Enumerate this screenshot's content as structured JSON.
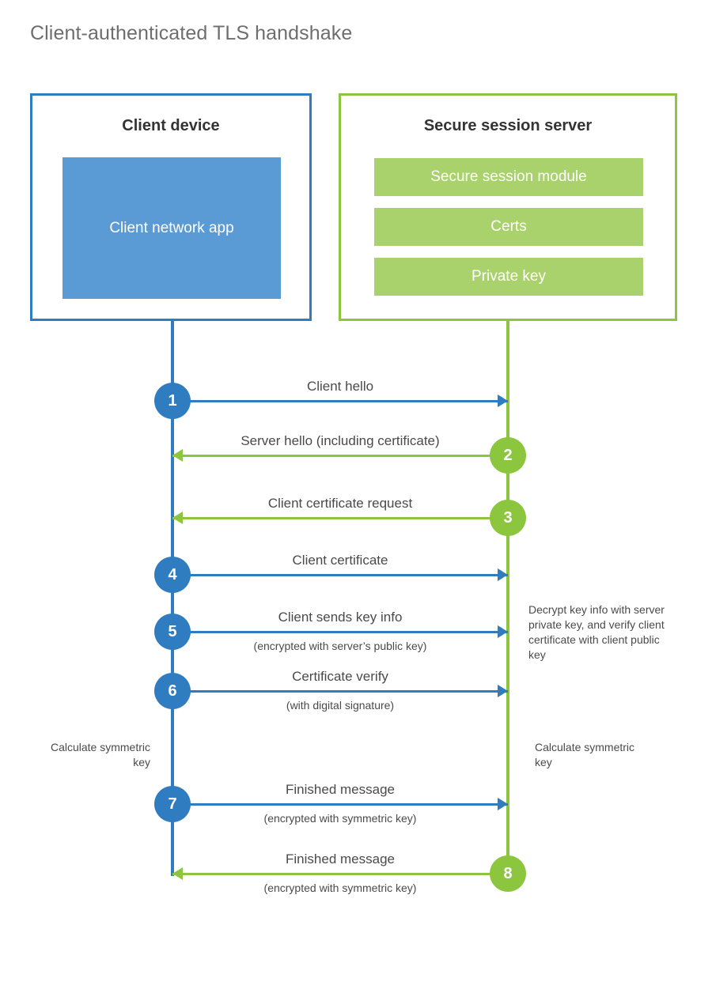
{
  "title": "Client-authenticated TLS handshake",
  "colors": {
    "client_accent": "#2f7dc0",
    "server_accent": "#8cc63e",
    "client_app_fill": "#5b9bd5",
    "server_bar_fill": "#a9d26d",
    "title_text": "#6e6e6e",
    "body_text": "#4a4a4a",
    "background": "#ffffff"
  },
  "client": {
    "title": "Client device",
    "app_label": "Client network app"
  },
  "server": {
    "title": "Secure session server",
    "bars": [
      "Secure session module",
      "Certs",
      "Private key"
    ]
  },
  "steps": [
    {
      "number": "1",
      "label": "Client hello",
      "sublabel": "",
      "direction": "client-to-server",
      "side": "client"
    },
    {
      "number": "2",
      "label": "Server hello (including certificate)",
      "sublabel": "",
      "direction": "server-to-client",
      "side": "server"
    },
    {
      "number": "3",
      "label": "Client certificate request",
      "sublabel": "",
      "direction": "server-to-client",
      "side": "server"
    },
    {
      "number": "4",
      "label": "Client certificate",
      "sublabel": "",
      "direction": "client-to-server",
      "side": "client"
    },
    {
      "number": "5",
      "label": "Client sends key info",
      "sublabel": "(encrypted with server’s public key)",
      "direction": "client-to-server",
      "side": "client"
    },
    {
      "number": "6",
      "label": "Certificate verify",
      "sublabel": "(with digital signature)",
      "direction": "client-to-server",
      "side": "client"
    },
    {
      "number": "7",
      "label": "Finished message",
      "sublabel": "(encrypted with symmetric key)",
      "direction": "client-to-server",
      "side": "client"
    },
    {
      "number": "8",
      "label": "Finished message",
      "sublabel": "(encrypted with symmetric key)",
      "direction": "server-to-client",
      "side": "server"
    }
  ],
  "notes": {
    "server_decrypt": "Decrypt key info with server private key, and verify client certificate with client public key",
    "client_calculate": "Calculate symmetric key",
    "server_calculate": "Calculate symmetric key"
  }
}
